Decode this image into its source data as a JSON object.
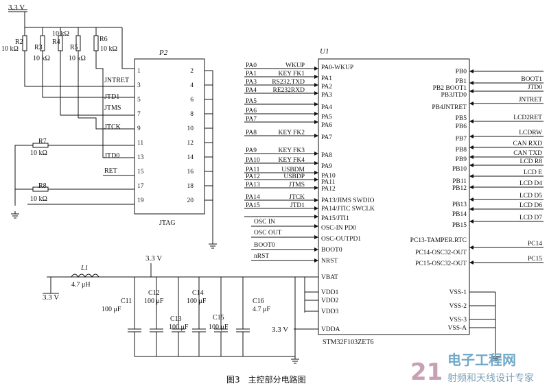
{
  "figure": {
    "caption": "图3　主控部分电路图",
    "watermark_cn": "电子工程网",
    "watermark_sub": "射频和天线设计专家",
    "watermark_num": "21"
  },
  "power": {
    "vcc": "3.3 V"
  },
  "resistors": {
    "r2": {
      "name": "R2",
      "value": "10 kΩ"
    },
    "r3": {
      "name": "R3",
      "value": "10 kΩ"
    },
    "r4": {
      "name": "R4",
      "value": "10 kΩ"
    },
    "r5": {
      "name": "R5",
      "value": "10 kΩ"
    },
    "r6": {
      "name": "R6",
      "value": "10 kΩ"
    },
    "r7": {
      "name": "R7",
      "value": "10 kΩ"
    },
    "r8": {
      "name": "R8",
      "value": "10 kΩ"
    },
    "top_value": "10 kΩ"
  },
  "jtag": {
    "ref": "P2",
    "name": "JTAG",
    "left_pins": [
      "1",
      "3",
      "5",
      "7",
      "9",
      "11",
      "13",
      "15",
      "17",
      "19"
    ],
    "right_pins": [
      "2",
      "4",
      "6",
      "8",
      "10",
      "12",
      "14",
      "16",
      "18",
      "20"
    ],
    "signals": [
      "JNTRET",
      "JTD1",
      "JTMS",
      "JTCK",
      "JTD0",
      "RET"
    ]
  },
  "mcu": {
    "ref": "U1",
    "part": "STM32F103ZET6",
    "left_pins": [
      "PA0-WKUP",
      "PA1",
      "PA2",
      "PA3",
      "PA4",
      "PA5",
      "PA6",
      "PA7",
      "PA8",
      "PA9",
      "PA10",
      "PA11",
      "PA12",
      "PA13/JIMS SWDIO",
      "PA14/JTIC SWCLK",
      "PA15/JTI1",
      "OSC-IN PD0",
      "OSC-OUTPD1",
      "BOOT0",
      "NRST",
      "VBAT",
      "VDD1",
      "VDD2",
      "VDD3",
      "VDDA"
    ],
    "left_nets": [
      "PA0",
      "PA1",
      "PA3",
      "PA4",
      "PA5",
      "PA6",
      "PA7",
      "PA8",
      "PA9",
      "PA10",
      "PA11",
      "PA12",
      "PA13",
      "PA14",
      "PA15",
      "OSC IN",
      "OSC OUT",
      "BOOT0",
      "nRST"
    ],
    "left_funcs": [
      "WKUP",
      "KEY FK1",
      "RS232.TXD",
      "RE232RXD",
      "KEY FK2",
      "KEY FK3",
      "KEY FK4",
      "USBDM",
      "USBDP",
      "JTMS",
      "JTCK",
      "JTD1"
    ],
    "right_pins": [
      "PB0",
      "PB1",
      "PB2 BOOT1",
      "PB3JTD0",
      "PB4JNTRET",
      "PB5",
      "PB6",
      "PB7",
      "PB8",
      "PB9",
      "PB10",
      "PB11",
      "PB12",
      "PB13",
      "PB14",
      "PB15",
      "PC13-TAMPER.RTC",
      "PC14-OSC32-OUT",
      "PC15-OSC32-OUT",
      "VSS-1",
      "VSS-2",
      "VSS-3",
      "VSS-A"
    ],
    "right_nets": [
      "BOOT1",
      "JTD0",
      "JNTRET",
      "LCD2RET",
      "LCDRW",
      "CAN RXD",
      "CAN TXD",
      "LCD R8",
      "LCD E",
      "LCD D4",
      "LCD D5",
      "LCD D6",
      "LCD D7",
      "PC14",
      "PC15"
    ]
  },
  "passives": {
    "l1": {
      "name": "L1",
      "value": "4.7 μH"
    },
    "c11": {
      "name": "C11",
      "value": "100 μF"
    },
    "c12": {
      "name": "C12",
      "value": "100 μF"
    },
    "c13": {
      "name": "C13",
      "value": "100 μF"
    },
    "c14": {
      "name": "C14",
      "value": "100 μF"
    },
    "c15": {
      "name": "C15",
      "value": "100 μF"
    },
    "c16": {
      "name": "C16",
      "value": "4.7 μF"
    }
  }
}
